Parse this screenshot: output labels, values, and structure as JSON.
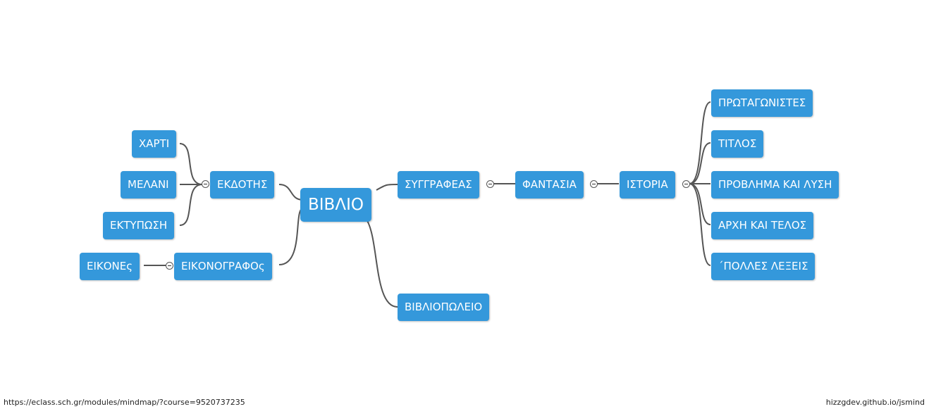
{
  "mindmap": {
    "root": "ΒΙΒΛΙΟ",
    "ekdotis": "ΕΚΔΟΤΗΣ",
    "xarti": "ΧΑΡΤΙ",
    "melani": "ΜΕΛΑΝΙ",
    "ektyposi": "ΕΚΤΥΠΩΣΗ",
    "eikonografos": "ΕΙΚΟΝΟΓΡΑΦΟς",
    "eikones": "ΕΙΚΟΝΕς",
    "syggrafeas": "ΣΥΓΓΡΑΦΕΑΣ",
    "fantasia": "ΦΑΝΤΑΣΙΑ",
    "istoria": "ΙΣΤΟΡΙΑ",
    "protagonistes": "ΠΡΩΤΑΓΩΝΙΣΤΕΣ",
    "titlos": "ΤΙΤΛΟΣ",
    "provlima": "ΠΡΟΒΛΗΜΑ ΚΑΙ ΛΥΣΗ",
    "arxi": "ΑΡΧΗ ΚΑΙ ΤΕΛΟΣ",
    "polles": "΄ΠΟΛΛΕΣ ΛΕΞΕΙΣ",
    "vivliopoleio": "ΒΙΒΛΙΟΠΩΛΕΙΟ"
  },
  "footer": {
    "url": "https://eclass.sch.gr/modules/mindmap/?course=9520737235",
    "credit": "hizzgdev.github.io/jsmind"
  },
  "colors": {
    "node": "#3498db",
    "line": "#555555"
  }
}
